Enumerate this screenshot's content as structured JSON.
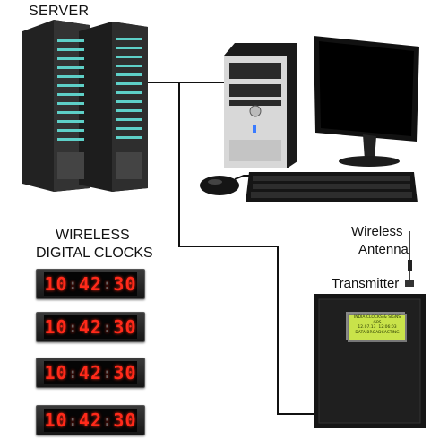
{
  "labels": {
    "server": "SERVER",
    "clocks_line1": "WIRELESS",
    "clocks_line2": "DIGITAL CLOCKS",
    "antenna_line1": "Wireless",
    "antenna_line2": "Antenna",
    "transmitter": "Transmitter"
  },
  "clocks": [
    {
      "hours": "10",
      "minutes": "42",
      "seconds": "30"
    },
    {
      "hours": "10",
      "minutes": "42",
      "seconds": "30"
    },
    {
      "hours": "10",
      "minutes": "42",
      "seconds": "30"
    },
    {
      "hours": "10",
      "minutes": "42",
      "seconds": "30"
    }
  ],
  "display": {
    "line1": "INDIA CLOCKS & SIGNS",
    "line2": "GPS",
    "line3_date": "12.07.13",
    "line3_time": "12:06:03",
    "line4": "DATA BROADCASTING"
  },
  "colors": {
    "clock_digits": "#ff2a1a",
    "lcd_background": "#c9e34a",
    "wire": "#111111"
  },
  "icons": [
    "server-rack-icon",
    "desktop-tower-icon",
    "monitor-icon",
    "keyboard-icon",
    "mouse-icon",
    "antenna-icon",
    "transmitter-box-icon"
  ]
}
